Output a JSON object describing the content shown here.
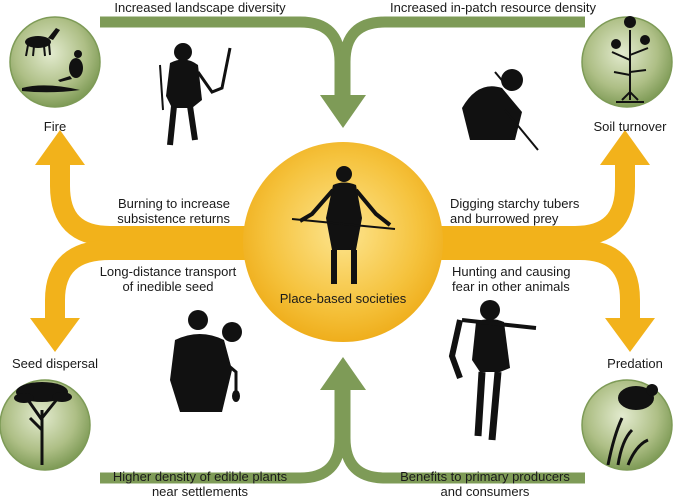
{
  "center": {
    "label": "Place-based societies"
  },
  "corners": {
    "fire": "Fire",
    "soil": "Soil turnover",
    "seed": "Seed dispersal",
    "predation": "Predation"
  },
  "actions": {
    "burning": [
      "Burning to increase",
      "subsistence returns"
    ],
    "digging": [
      "Digging starchy tubers",
      "and burrowed prey"
    ],
    "transport": [
      "Long-distance transport",
      "of inedible seed"
    ],
    "hunting": [
      "Hunting and causing",
      "fear in other animals"
    ]
  },
  "feedbacks": {
    "top_left": "Increased landscape diversity",
    "top_right": "Increased in-patch resource density",
    "bottom_left": [
      "Higher density of edible plants",
      "near settlements"
    ],
    "bottom_right": [
      "Benefits to primary producers",
      "and consumers"
    ]
  },
  "colors": {
    "orange": "#f2b21b",
    "orange_light": "#fbe38a",
    "green": "#7e9b57",
    "green_light": "#c9d6ab",
    "silhouette": "#111111"
  },
  "icons": [
    "deer-kangaroo-lizard-icon",
    "flowering-plant-icon",
    "tree-icon",
    "bird-plant-icon"
  ]
}
